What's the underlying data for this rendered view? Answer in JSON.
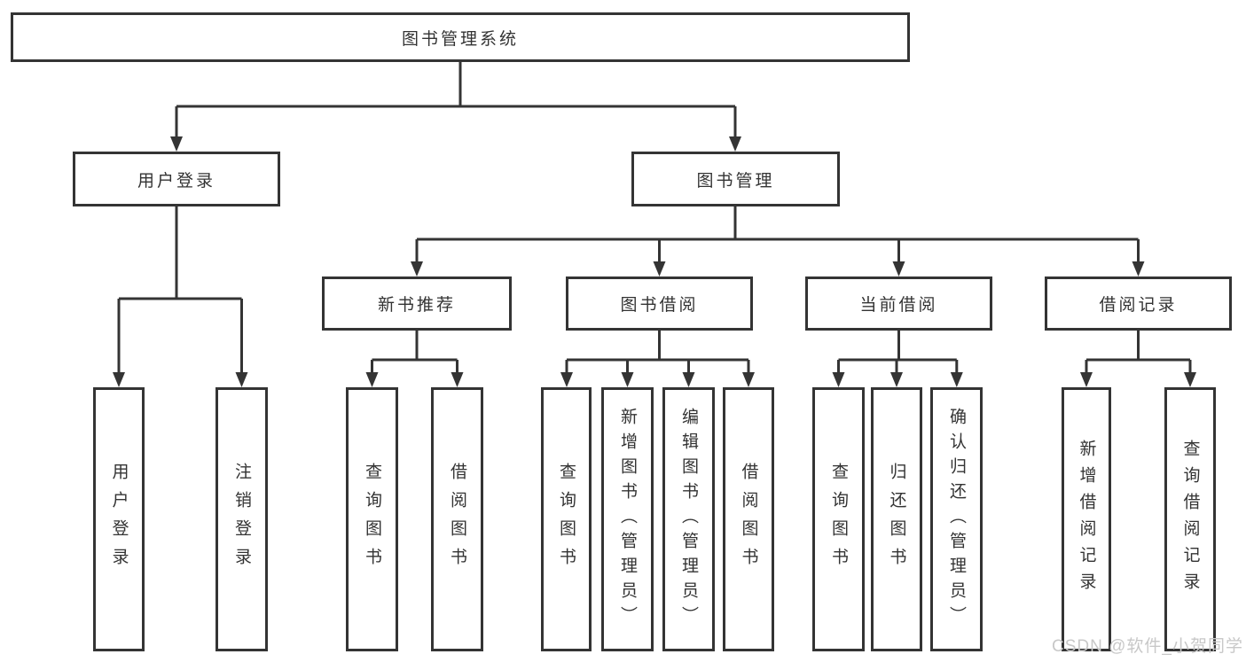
{
  "diagram": {
    "type": "hierarchy-tree",
    "colors": {
      "line": "#343434",
      "box_border": "#343434",
      "text": "#333333",
      "background": "#ffffff",
      "watermark": "#c8c8c8"
    },
    "tree": {
      "label": "图书管理系统",
      "children": [
        {
          "label": "用户登录",
          "children": [
            {
              "label": "用户登录"
            },
            {
              "label": "注销登录"
            }
          ]
        },
        {
          "label": "图书管理",
          "children": [
            {
              "label": "新书推荐",
              "children": [
                {
                  "label": "查询图书"
                },
                {
                  "label": "借阅图书"
                }
              ]
            },
            {
              "label": "图书借阅",
              "children": [
                {
                  "label": "查询图书"
                },
                {
                  "label": "新增图书（管理员）"
                },
                {
                  "label": "编辑图书（管理员）"
                },
                {
                  "label": "借阅图书"
                }
              ]
            },
            {
              "label": "当前借阅",
              "children": [
                {
                  "label": "查询图书"
                },
                {
                  "label": "归还图书"
                },
                {
                  "label": "确认归还（管理员）"
                }
              ]
            },
            {
              "label": "借阅记录",
              "children": [
                {
                  "label": "新增借阅记录"
                },
                {
                  "label": "查询借阅记录"
                }
              ]
            }
          ]
        }
      ]
    },
    "watermark": {
      "text": "CSDN @软件_小贺同学"
    }
  }
}
